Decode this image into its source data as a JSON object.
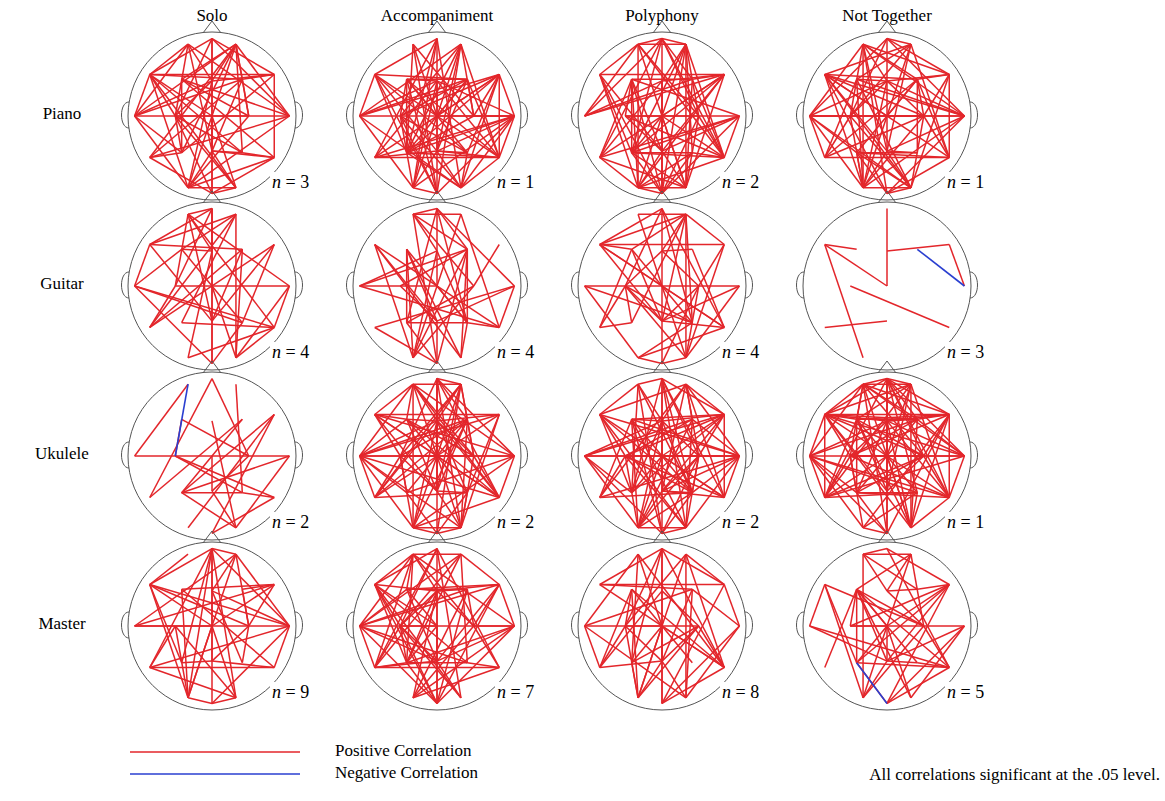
{
  "diagram": {
    "caption": "All correlations significant at the .05 level.",
    "labels": [
      "Solo",
      "Accompaniment",
      "Polyphony",
      "Not Together",
      "Piano",
      "n = 3",
      "n = 1",
      "n = 2",
      "n = 1",
      "Guitar",
      "n = 4",
      "n = 4",
      "n = 4",
      "n = 3",
      "Ukulele",
      "n = 2",
      "n = 2",
      "n = 2",
      "n = 1",
      "Master",
      "n = 9",
      "n = 7",
      "n = 8",
      "n = 5"
    ],
    "legend": [
      {
        "text": "Positive Correlation"
      },
      {
        "text": "Negative Correlation"
      }
    ]
  }
}
